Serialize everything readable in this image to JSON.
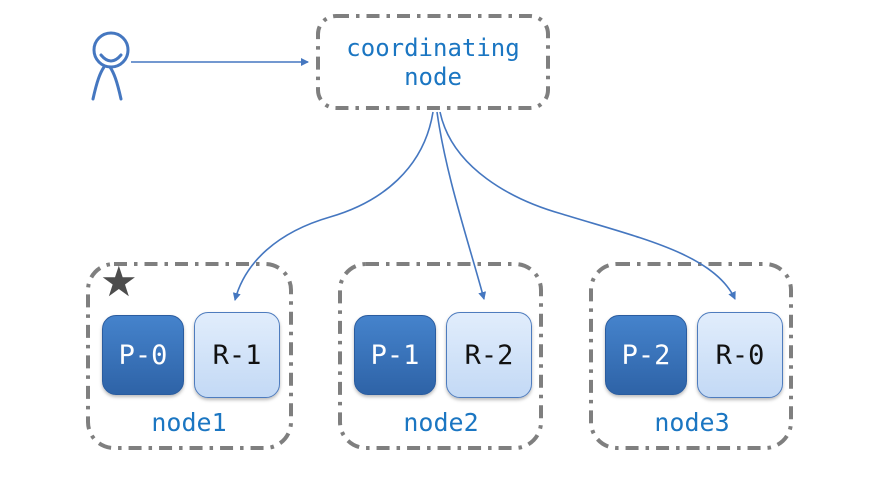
{
  "coordinating_node": {
    "label": "coordinating node"
  },
  "nodes": [
    {
      "label": "node1",
      "primary": "P-0",
      "replica": "R-1",
      "starred": true
    },
    {
      "label": "node2",
      "primary": "P-1",
      "replica": "R-2",
      "starred": false
    },
    {
      "label": "node3",
      "primary": "P-2",
      "replica": "R-0",
      "starred": false
    }
  ],
  "master_star": {
    "glyph": "★",
    "meaning": "master node marker"
  },
  "edges": [
    {
      "from": "user",
      "to": "coordinating node"
    },
    {
      "from": "coordinating node",
      "to": "R-1"
    },
    {
      "from": "coordinating node",
      "to": "R-2"
    },
    {
      "from": "coordinating node",
      "to": "R-0"
    }
  ],
  "colors": {
    "text_blue": "#1b76c2",
    "arrow_blue": "#4577c0",
    "border_gray": "#7f7f7f",
    "star_gray": "#4d4d4d",
    "p_top": "#4583cc",
    "p_bottom": "#2e63a7",
    "p_border": "#2a5c9f",
    "r_top": "#e1edfc",
    "r_bottom": "#c3d9f5",
    "r_border": "#4e7cbe",
    "shard_text_dark": "#111111"
  }
}
